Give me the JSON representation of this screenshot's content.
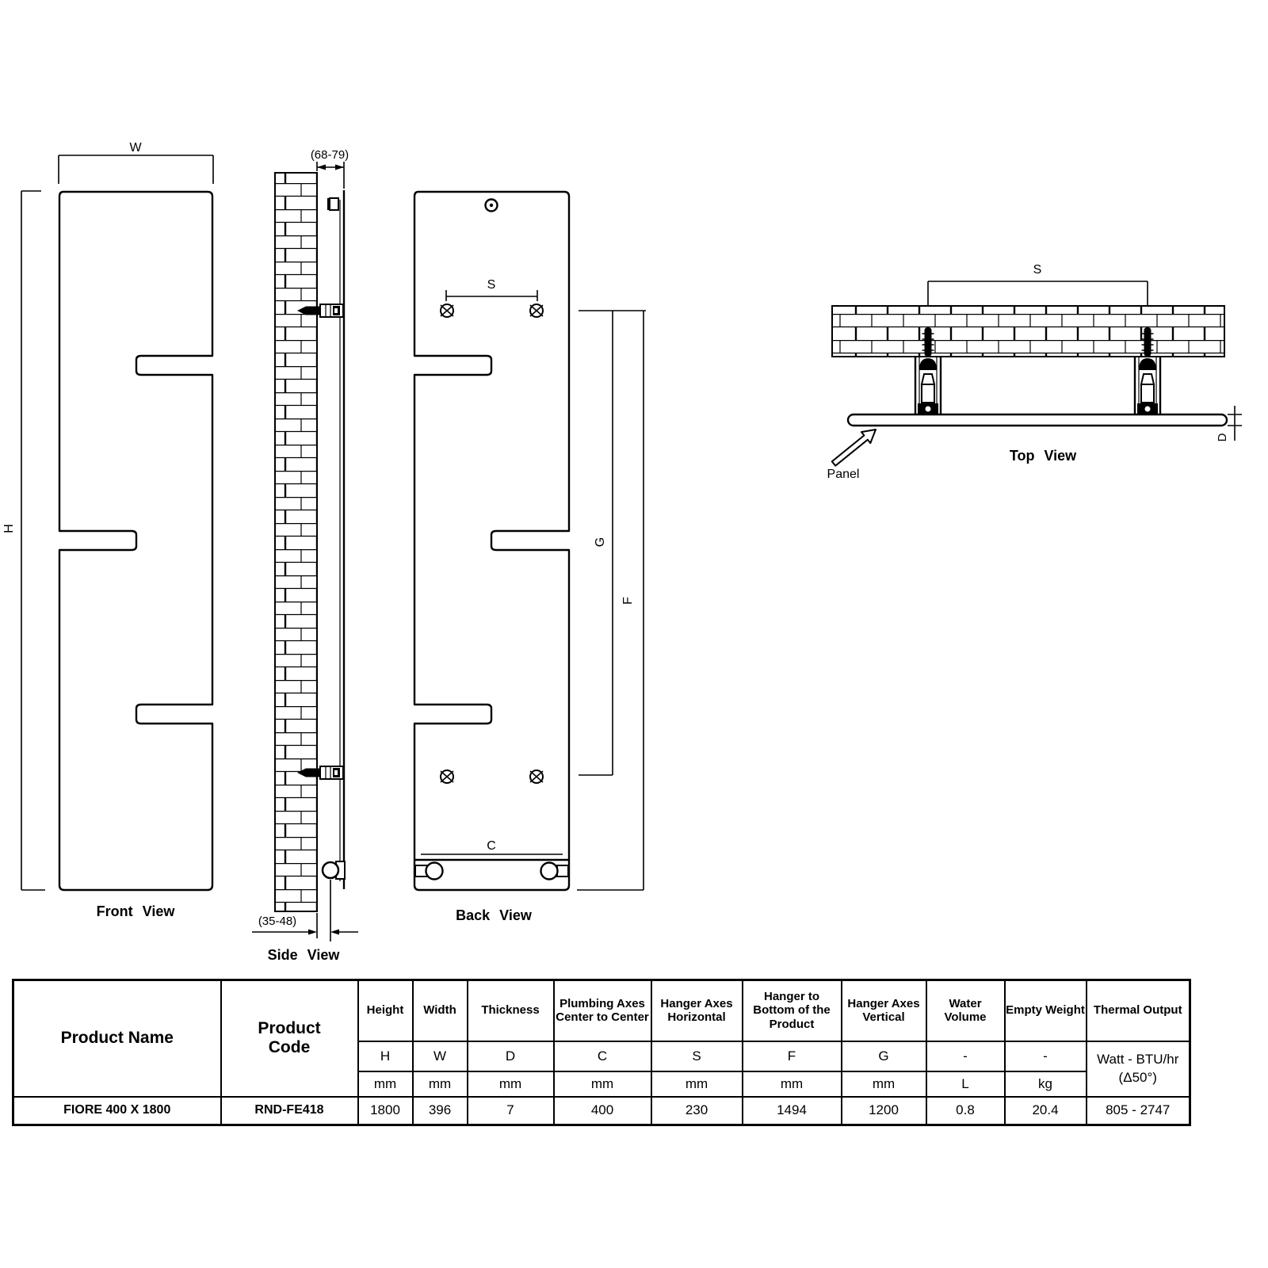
{
  "diagram": {
    "front_view": {
      "title": "Front View",
      "width_label": "W",
      "height_label": "H"
    },
    "side_view": {
      "title": "Side View",
      "wall_gap_label": "(68-79)",
      "pipe_gap_label": "(35-48)"
    },
    "back_view": {
      "title": "Back View",
      "hanger_span_label": "S",
      "plumbing_span_label": "C",
      "hanger_to_bottom_label": "F",
      "hanger_vertical_label": "G"
    },
    "top_view": {
      "title": "Top View",
      "hanger_span_label": "S",
      "thickness_label": "D",
      "panel_label": "Panel"
    }
  },
  "table": {
    "columns": [
      {
        "name": "Product Name"
      },
      {
        "name": "Product Code"
      },
      {
        "name": "Height",
        "letter": "H",
        "unit": "mm"
      },
      {
        "name": "Width",
        "letter": "W",
        "unit": "mm"
      },
      {
        "name": "Thickness",
        "letter": "D",
        "unit": "mm"
      },
      {
        "name": "Plumbing Axes Center to Center",
        "letter": "C",
        "unit": "mm"
      },
      {
        "name": "Hanger Axes Horizontal",
        "letter": "S",
        "unit": "mm"
      },
      {
        "name": "Hanger to Bottom of the Product",
        "letter": "F",
        "unit": "mm"
      },
      {
        "name": "Hanger Axes Vertical",
        "letter": "G",
        "unit": "mm"
      },
      {
        "name": "Water Volume",
        "letter": "-",
        "unit": "L"
      },
      {
        "name": "Empty Weight",
        "letter": "-",
        "unit": "kg"
      },
      {
        "name": "Thermal Output",
        "unit_line1": "Watt - BTU/hr",
        "unit_line2": "(Δ50°)"
      }
    ],
    "row": {
      "product_name": "FIORE 400 X 1800",
      "product_code": "RND-FE418",
      "height": "1800",
      "width": "396",
      "thickness": "7",
      "plumbing": "400",
      "hanger_horizontal": "230",
      "hanger_bottom": "1494",
      "hanger_vertical": "1200",
      "water_volume": "0.8",
      "empty_weight": "20.4",
      "thermal_output": "805 - 2747"
    }
  }
}
